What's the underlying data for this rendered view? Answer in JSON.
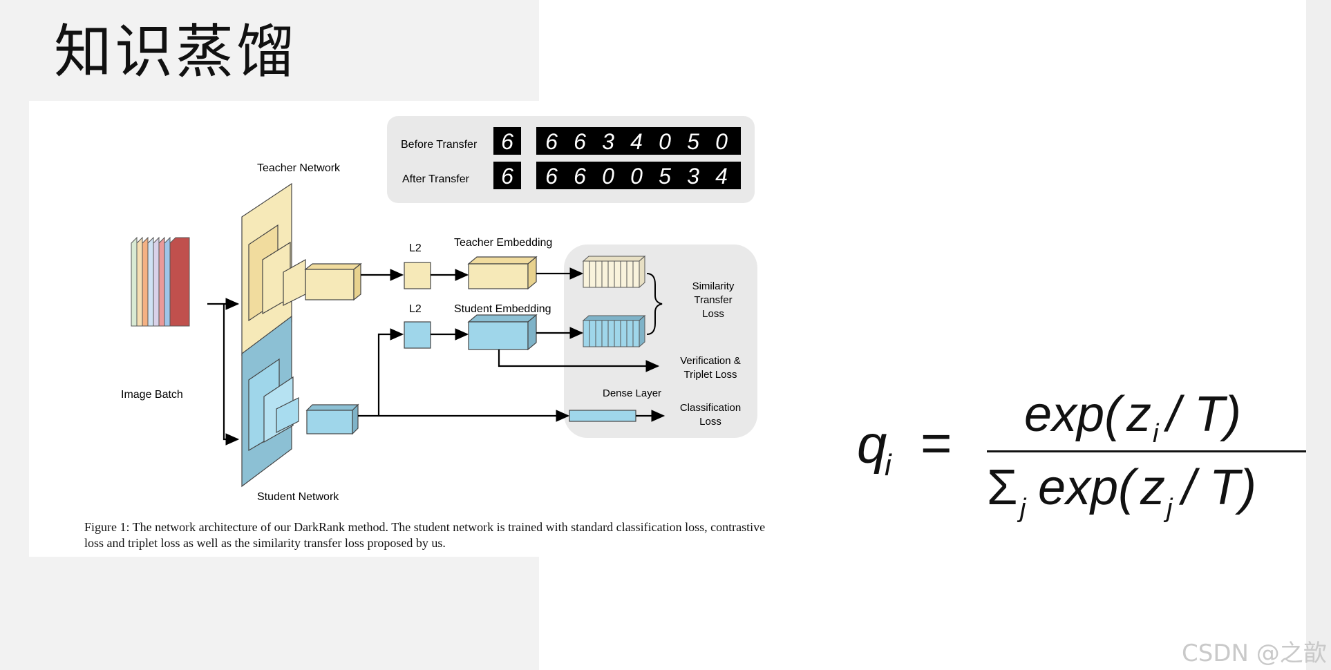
{
  "slide_title": "知识蒸馏",
  "figure": {
    "mnist": {
      "before_label": "Before Transfer",
      "after_label": "After Transfer",
      "before_query": "6",
      "before_digits": [
        "6",
        "6",
        "3",
        "4",
        "0",
        "5",
        "0"
      ],
      "after_query": "6",
      "after_digits": [
        "6",
        "6",
        "0",
        "0",
        "5",
        "3",
        "4"
      ]
    },
    "labels": {
      "teacher_network": "Teacher Network",
      "student_network": "Student Network",
      "image_batch": "Image Batch",
      "l2_teacher": "L2",
      "l2_student": "L2",
      "teacher_embedding": "Teacher Embedding",
      "student_embedding": "Student Embedding",
      "similarity_1": "Similarity",
      "similarity_2": "Transfer",
      "similarity_3": "Loss",
      "verification_1": "Verification &",
      "verification_2": "Triplet Loss",
      "dense_layer": "Dense Layer",
      "classification_1": "Classification",
      "classification_2": "Loss"
    },
    "caption": "Figure 1: The network architecture of our DarkRank method. The student network is trained with standard classification loss, contrastive loss and triplet loss as well as the similarity transfer loss proposed by us.",
    "colors": {
      "teacher": "#f6e9b8",
      "student": "#9fd6ea",
      "student_dark": "#8cc0d4",
      "panel": "#e9e9e9"
    },
    "image_batch_colors": [
      "#d9ead3",
      "#f5deb3",
      "#f4b183",
      "#cfe2f3",
      "#d9d2e9",
      "#ea9999",
      "#9fc5e8",
      "#c0504d"
    ]
  },
  "formula": {
    "lhs": "q",
    "lhs_sub": "i",
    "equals": "=",
    "num_fn": "exp(",
    "num_var": "z",
    "num_sub": "i",
    "num_tail": "/ T)",
    "den_sigma": "Σ",
    "den_sigma_sub": "j",
    "den_fn": "exp(",
    "den_var": "z",
    "den_sub": "j",
    "den_tail": "/ T)"
  },
  "watermark": "CSDN @之歆"
}
